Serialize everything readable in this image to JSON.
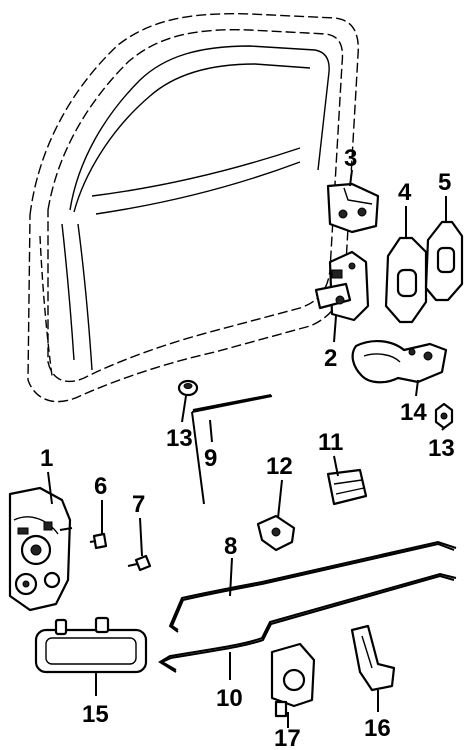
{
  "diagram": {
    "callouts": [
      {
        "id": "c3",
        "label": "3"
      },
      {
        "id": "c4",
        "label": "4"
      },
      {
        "id": "c5",
        "label": "5"
      },
      {
        "id": "c2",
        "label": "2"
      },
      {
        "id": "c14",
        "label": "14"
      },
      {
        "id": "c13a",
        "label": "13"
      },
      {
        "id": "c13b",
        "label": "13"
      },
      {
        "id": "c9",
        "label": "9"
      },
      {
        "id": "c11",
        "label": "11"
      },
      {
        "id": "c12",
        "label": "12"
      },
      {
        "id": "c1",
        "label": "1"
      },
      {
        "id": "c6",
        "label": "6"
      },
      {
        "id": "c7",
        "label": "7"
      },
      {
        "id": "c8",
        "label": "8"
      },
      {
        "id": "c10",
        "label": "10"
      },
      {
        "id": "c15",
        "label": "15"
      },
      {
        "id": "c16",
        "label": "16"
      },
      {
        "id": "c17",
        "label": "17"
      }
    ]
  }
}
